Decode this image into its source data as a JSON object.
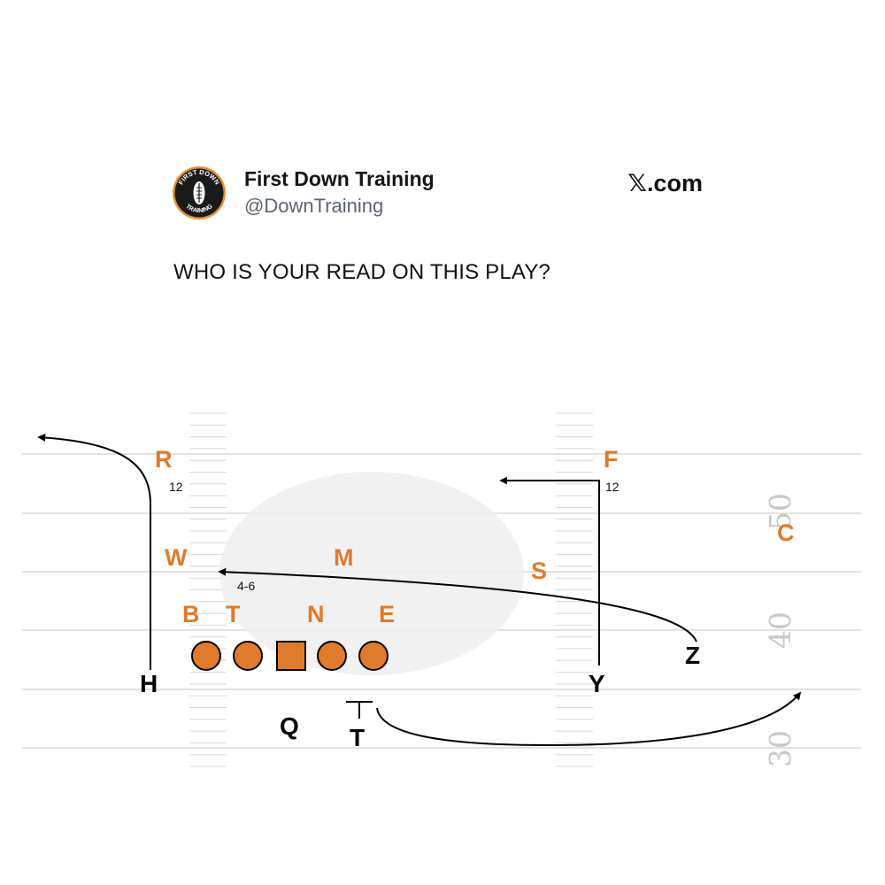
{
  "account": {
    "name": "First Down Training",
    "handle": "@DownTraining",
    "logo_text_top": "FIRST DOWN",
    "logo_text_bottom": "TRAINING"
  },
  "brand": "𝕏.com",
  "post": {
    "text": "WHO IS YOUR READ ON THIS PLAY?"
  },
  "play": {
    "defense": [
      "R",
      "F",
      "C",
      "W",
      "M",
      "S",
      "B",
      "T",
      "N",
      "E"
    ],
    "offense": [
      "H",
      "Y",
      "Z",
      "Q",
      "T"
    ],
    "route_depths": [
      "12",
      "12",
      "4-6"
    ],
    "yard_numbers": [
      "50",
      "40",
      "30"
    ]
  },
  "colors": {
    "defense": "#e07a2c",
    "offense": "#000000",
    "field_lines": "#d0d0d0"
  }
}
